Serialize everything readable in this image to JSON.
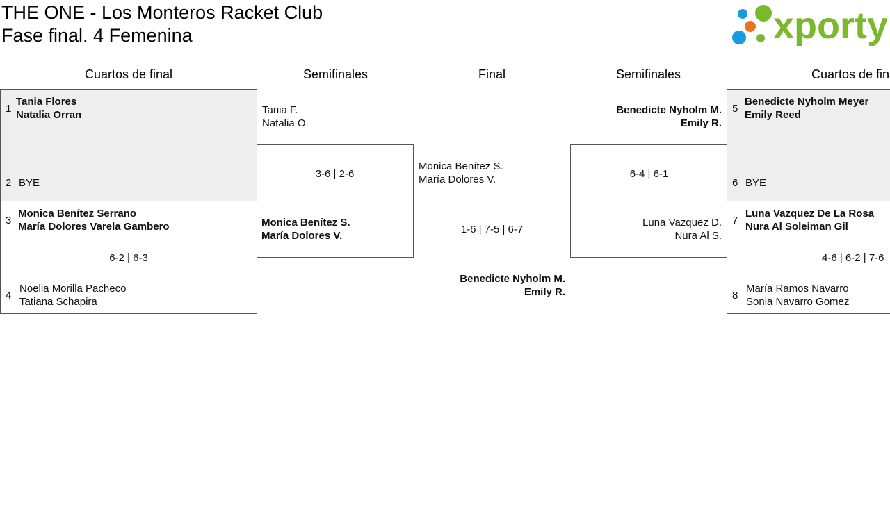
{
  "header": {
    "title_line1": "THE ONE - Los Monteros Racket Club",
    "title_line2": "Fase final. 4 Femenina",
    "logo_text": "xporty",
    "logo_colors": {
      "green": "#7ab92b",
      "blue": "#1a9ae0",
      "orange": "#e8741f"
    }
  },
  "rounds": {
    "left_quarters": "Cuartos de final",
    "left_semis": "Semifinales",
    "final": "Final",
    "right_semis": "Semifinales",
    "right_quarters": "Cuartos de final"
  },
  "quarterfinals": {
    "m1": {
      "seed_a": "1",
      "a1": "Tania Flores",
      "a2": "Natalia Orran",
      "seed_b": "2",
      "b1": "BYE"
    },
    "m2": {
      "seed_a": "3",
      "a1": "Monica Benítez Serrano",
      "a2": "María Dolores Varela Gambero",
      "score": "6-2 | 6-3",
      "seed_b": "4",
      "b1": "Noelia Morilla Pacheco",
      "b2": "Tatiana Schapira"
    },
    "m3": {
      "seed_a": "5",
      "a1": "Benedicte Nyholm Meyer",
      "a2": "Emily Reed",
      "seed_b": "6",
      "b1": "BYE"
    },
    "m4": {
      "seed_a": "7",
      "a1": "Luna Vazquez De La Rosa",
      "a2": "Nura Al Soleiman Gil",
      "score": "4-6 | 6-2 | 7-6",
      "seed_b": "8",
      "b1": "María Ramos Navarro",
      "b2": "Sonia Navarro Gomez"
    }
  },
  "semifinals": {
    "left": {
      "a1": "Tania F.",
      "a2": "Natalia O.",
      "score": "3-6 | 2-6",
      "b1": "Monica Benítez S.",
      "b2": "María Dolores V."
    },
    "right": {
      "a1": "Benedicte Nyholm M.",
      "a2": "Emily R.",
      "score": "6-4 | 6-1",
      "b1": "Luna Vazquez D.",
      "b2": "Nura Al S."
    }
  },
  "final": {
    "a1": "Monica Benítez S.",
    "a2": "María Dolores V.",
    "score": "1-6 | 7-5 | 6-7",
    "b1": "Benedicte Nyholm M.",
    "b2": "Emily R."
  }
}
